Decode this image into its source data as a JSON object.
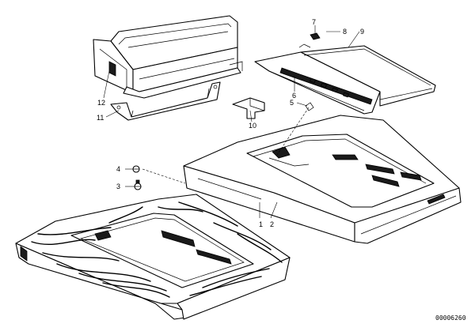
{
  "diagram": {
    "reference_number": "00006260",
    "callouts": {
      "c1": "1",
      "c2": "2",
      "c3": "3",
      "c4": "4",
      "c5": "5",
      "c6": "6",
      "c7": "7",
      "c8": "8",
      "c9": "9",
      "c10": "10",
      "c11": "11",
      "c12": "12"
    }
  }
}
